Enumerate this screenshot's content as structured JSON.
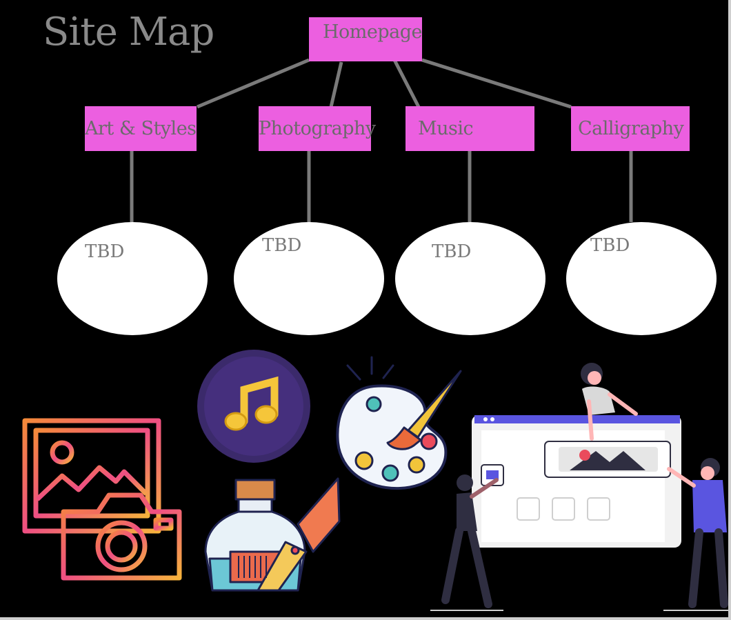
{
  "title": "Site Map",
  "root": {
    "label": "Homepage"
  },
  "sections": [
    {
      "label": "Art & Styles",
      "child": "TBD"
    },
    {
      "label": "Photography",
      "child": "TBD"
    },
    {
      "label": "Music",
      "child": "TBD"
    },
    {
      "label": "Calligraphy",
      "child": "TBD"
    }
  ],
  "colors": {
    "background": "#000000",
    "node_fill": "#ec5fe0",
    "connector": "#7a7a7a",
    "leaf_fill": "#ffffff"
  },
  "illustrations": [
    "photo-camera-icon",
    "music-note-icon",
    "ink-pen-icon",
    "paint-palette-icon",
    "website-builder-illustration"
  ]
}
